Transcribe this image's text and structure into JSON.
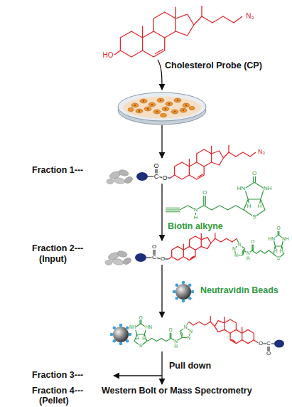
{
  "diagram": {
    "labels": [
      "HO",
      "N₃",
      "Cholesterol Probe (CP)",
      "Fraction 1---",
      "O",
      "C",
      "O",
      "N₃",
      "O",
      "HN",
      "NH",
      "H",
      "H",
      "S",
      "O",
      "N",
      "H",
      "Biotin alkyne",
      "Fraction 2---",
      "(Input)",
      "O",
      "C",
      "O",
      "N",
      "N",
      "N",
      "O",
      "HN",
      "NH",
      "H",
      "H",
      "S",
      "O",
      "N",
      "H",
      "Neutravidin Beads",
      "O",
      "HN",
      "NH",
      "H",
      "H",
      "S",
      "O",
      "N",
      "H",
      "N",
      "N",
      "N",
      "O",
      "C",
      "O",
      "Pull down",
      "Fraction 3---",
      "Fraction 4---",
      "Western Bolt or Mass Spectrometry",
      "(Pellet)"
    ]
  }
}
